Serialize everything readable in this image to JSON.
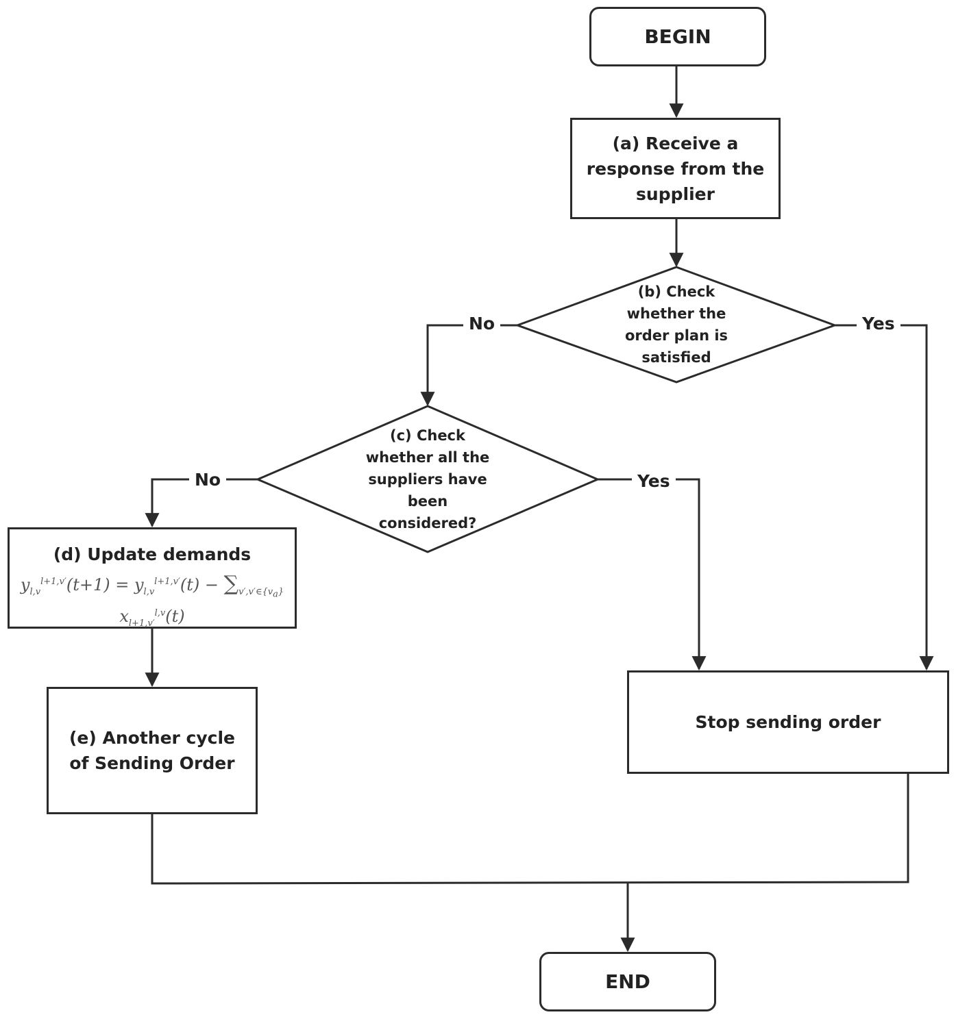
{
  "nodes": {
    "begin": "BEGIN",
    "a": "(a) Receive a\nresponse from the\nsupplier",
    "b": "(b) Check\nwhether the\norder plan is\nsatisfied",
    "c": "(c) Check\nwhether all the\nsuppliers have\nbeen\nconsidered?",
    "d_title": "(d) Update  demands",
    "d_formula": "y_{l,v}^{l+1,v'}(t+1) = y_{l,v}^{l+1,v'}(t) − Σ_{v',v'∈{v_a}} x_{l+1,v'}^{l,v}(t)",
    "e": "(e) Another cycle\nof Sending Order",
    "stop": "Stop sending order",
    "end": "END"
  },
  "edge_labels": {
    "b_no": "No",
    "b_yes": "Yes",
    "c_no": "No",
    "c_yes": "Yes"
  }
}
